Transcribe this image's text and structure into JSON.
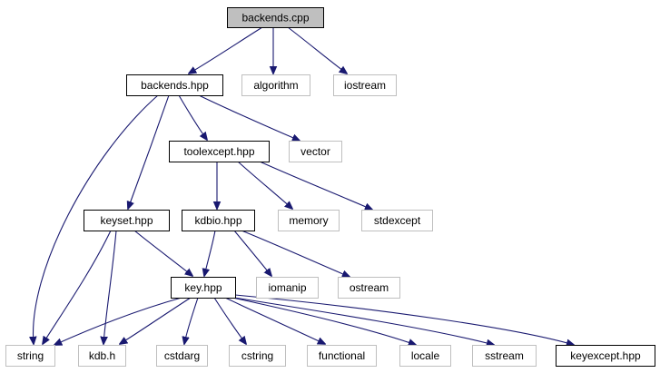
{
  "graph": {
    "nodes": [
      {
        "id": "backends_cpp",
        "label": "backends.cpp",
        "kind": "root"
      },
      {
        "id": "backends_hpp",
        "label": "backends.hpp",
        "kind": "local"
      },
      {
        "id": "algorithm",
        "label": "algorithm",
        "kind": "system"
      },
      {
        "id": "iostream",
        "label": "iostream",
        "kind": "system"
      },
      {
        "id": "toolexcept_hpp",
        "label": "toolexcept.hpp",
        "kind": "local"
      },
      {
        "id": "vector",
        "label": "vector",
        "kind": "system"
      },
      {
        "id": "keyset_hpp",
        "label": "keyset.hpp",
        "kind": "local"
      },
      {
        "id": "kdbio_hpp",
        "label": "kdbio.hpp",
        "kind": "local"
      },
      {
        "id": "memory",
        "label": "memory",
        "kind": "system"
      },
      {
        "id": "stdexcept",
        "label": "stdexcept",
        "kind": "system"
      },
      {
        "id": "key_hpp",
        "label": "key.hpp",
        "kind": "local"
      },
      {
        "id": "iomanip",
        "label": "iomanip",
        "kind": "system"
      },
      {
        "id": "ostream",
        "label": "ostream",
        "kind": "system"
      },
      {
        "id": "string",
        "label": "string",
        "kind": "system"
      },
      {
        "id": "kdb_h",
        "label": "kdb.h",
        "kind": "system"
      },
      {
        "id": "cstdarg",
        "label": "cstdarg",
        "kind": "system"
      },
      {
        "id": "cstring",
        "label": "cstring",
        "kind": "system"
      },
      {
        "id": "functional",
        "label": "functional",
        "kind": "system"
      },
      {
        "id": "locale",
        "label": "locale",
        "kind": "system"
      },
      {
        "id": "sstream",
        "label": "sstream",
        "kind": "system"
      },
      {
        "id": "keyexcept_hpp",
        "label": "keyexcept.hpp",
        "kind": "local"
      }
    ],
    "edges": [
      {
        "from": "backends_cpp",
        "to": "backends_hpp"
      },
      {
        "from": "backends_cpp",
        "to": "algorithm"
      },
      {
        "from": "backends_cpp",
        "to": "iostream"
      },
      {
        "from": "backends_hpp",
        "to": "toolexcept_hpp"
      },
      {
        "from": "backends_hpp",
        "to": "vector"
      },
      {
        "from": "backends_hpp",
        "to": "keyset_hpp"
      },
      {
        "from": "backends_hpp",
        "to": "string"
      },
      {
        "from": "toolexcept_hpp",
        "to": "kdbio_hpp"
      },
      {
        "from": "toolexcept_hpp",
        "to": "memory"
      },
      {
        "from": "toolexcept_hpp",
        "to": "stdexcept"
      },
      {
        "from": "keyset_hpp",
        "to": "key_hpp"
      },
      {
        "from": "keyset_hpp",
        "to": "string"
      },
      {
        "from": "keyset_hpp",
        "to": "kdb_h"
      },
      {
        "from": "kdbio_hpp",
        "to": "key_hpp"
      },
      {
        "from": "kdbio_hpp",
        "to": "iomanip"
      },
      {
        "from": "kdbio_hpp",
        "to": "ostream"
      },
      {
        "from": "key_hpp",
        "to": "string"
      },
      {
        "from": "key_hpp",
        "to": "kdb_h"
      },
      {
        "from": "key_hpp",
        "to": "cstdarg"
      },
      {
        "from": "key_hpp",
        "to": "cstring"
      },
      {
        "from": "key_hpp",
        "to": "functional"
      },
      {
        "from": "key_hpp",
        "to": "locale"
      },
      {
        "from": "key_hpp",
        "to": "sstream"
      },
      {
        "from": "key_hpp",
        "to": "keyexcept_hpp"
      }
    ]
  }
}
